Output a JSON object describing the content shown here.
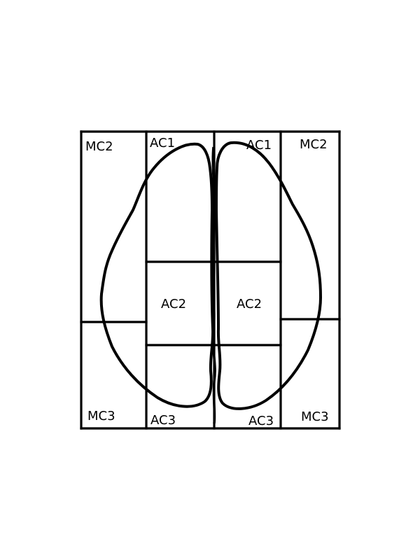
{
  "regions": {
    "left_top_outer": "MC2",
    "left_top_inner": "AC1",
    "right_top_inner": "AC1",
    "right_top_outer": "MC2",
    "left_middle": "AC2",
    "right_middle": "AC2",
    "left_bottom_outer": "MC3",
    "left_bottom_inner": "AC3",
    "right_bottom_inner": "AC3",
    "right_bottom_outer": "MC3"
  }
}
